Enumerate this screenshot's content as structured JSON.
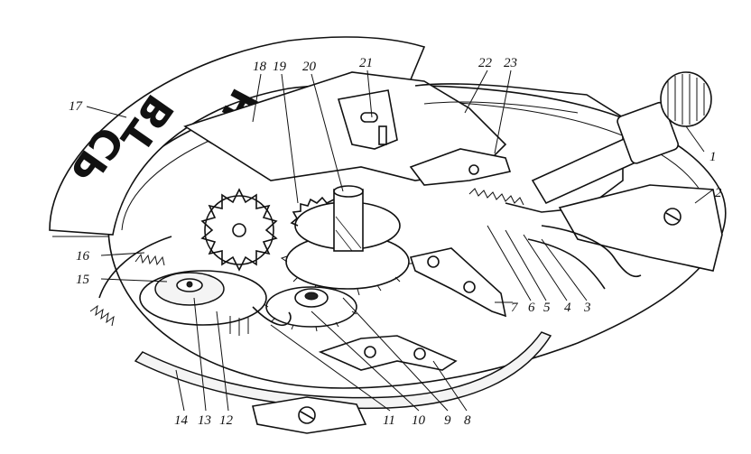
{
  "figure": {
    "dial_ring_text": [
      "ПН",
      "ВТ",
      "СР"
    ],
    "part_numbers": [
      "1",
      "2",
      "3",
      "4",
      "5",
      "6",
      "7",
      "8",
      "9",
      "10",
      "11",
      "12",
      "13",
      "14",
      "15",
      "16",
      "17",
      "18",
      "19",
      "20",
      "21",
      "22",
      "23"
    ]
  },
  "icons": {
    "crown": "crown-icon",
    "screw": "screw-icon",
    "gear": "gear-icon",
    "spring": "spring-icon"
  }
}
